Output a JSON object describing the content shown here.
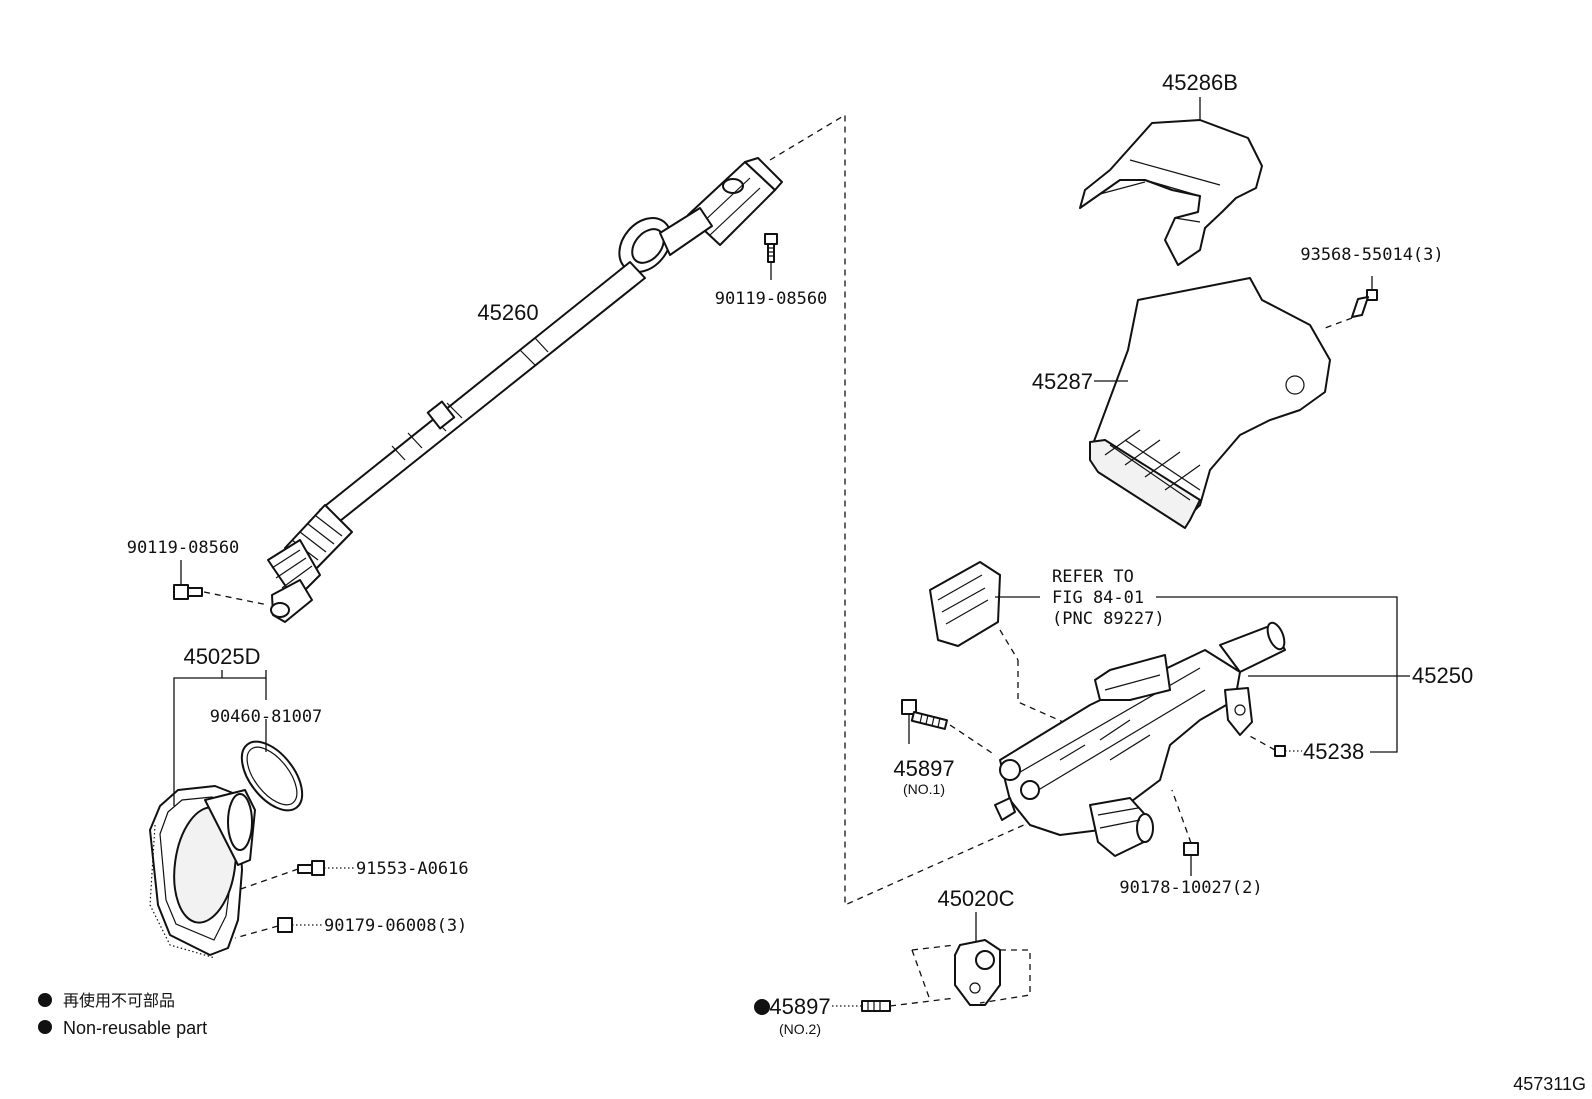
{
  "callouts": {
    "p45286B": "45286B",
    "p93568": "93568-55014(3)",
    "p45287": "45287",
    "p45260": "45260",
    "p90119_top": "90119-08560",
    "p90119_left": "90119-08560",
    "p45025D": "45025D",
    "p90460": "90460-81007",
    "p91553": "91553-A0616",
    "p90179": "90179-06008(3)",
    "refer_1": "REFER TO",
    "refer_2": "FIG 84-01",
    "refer_3": "(PNC 89227)",
    "p45250": "45250",
    "p45238": "45238",
    "p45897_no1": "45897",
    "p45897_no1_sub": "(NO.1)",
    "p90178": "90178-10027(2)",
    "p45020C": "45020C",
    "p45897_no2": "45897",
    "p45897_no2_sub": "(NO.2)"
  },
  "legend": {
    "line1": "再使用不可部品",
    "line2": "Non-reusable part",
    "marker": "●"
  },
  "figure_id": "457311G"
}
